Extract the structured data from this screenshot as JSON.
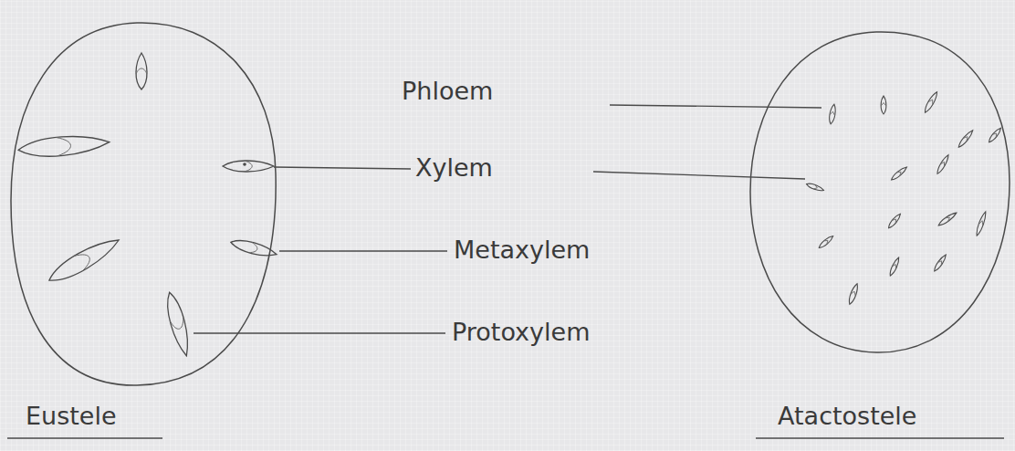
{
  "diagram": {
    "labels": [
      "Phloem",
      "Xylem",
      "Metaxylem",
      "Protoxylem",
      "Eustele",
      "Atactostele"
    ]
  }
}
